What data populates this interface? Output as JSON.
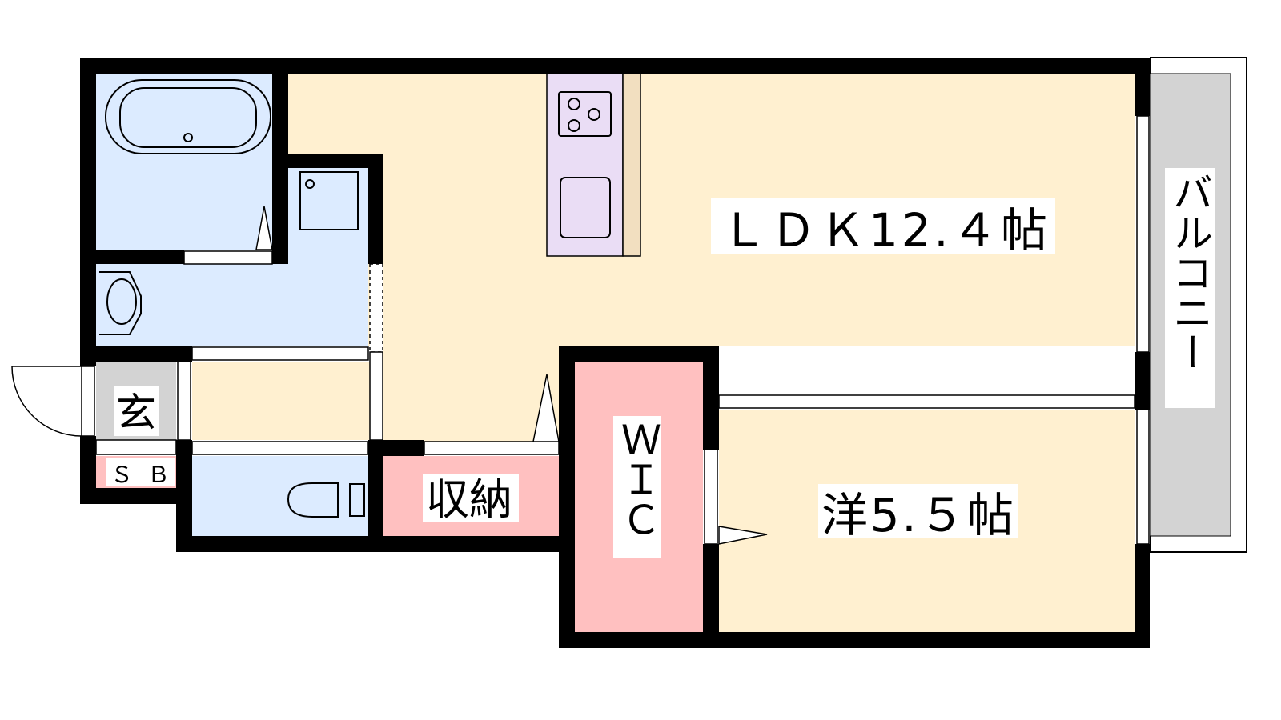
{
  "rooms": {
    "ldk": "ＬＤＫ12.４帖",
    "western": "洋5.５帖",
    "wic": "ＷＩＣ",
    "storage": "収納",
    "entrance": "玄",
    "shoe_box": "ＳＢ",
    "balcony": "バルコニー"
  },
  "colors": {
    "living": "#FFF0D0",
    "wet": "#DCEBFF",
    "storage": "#FFC0C0",
    "entrance": "#D3D3D3",
    "kitchen": "#EADDF5",
    "counter": "#F2DFC0",
    "balcony": "#D3D3D3"
  }
}
